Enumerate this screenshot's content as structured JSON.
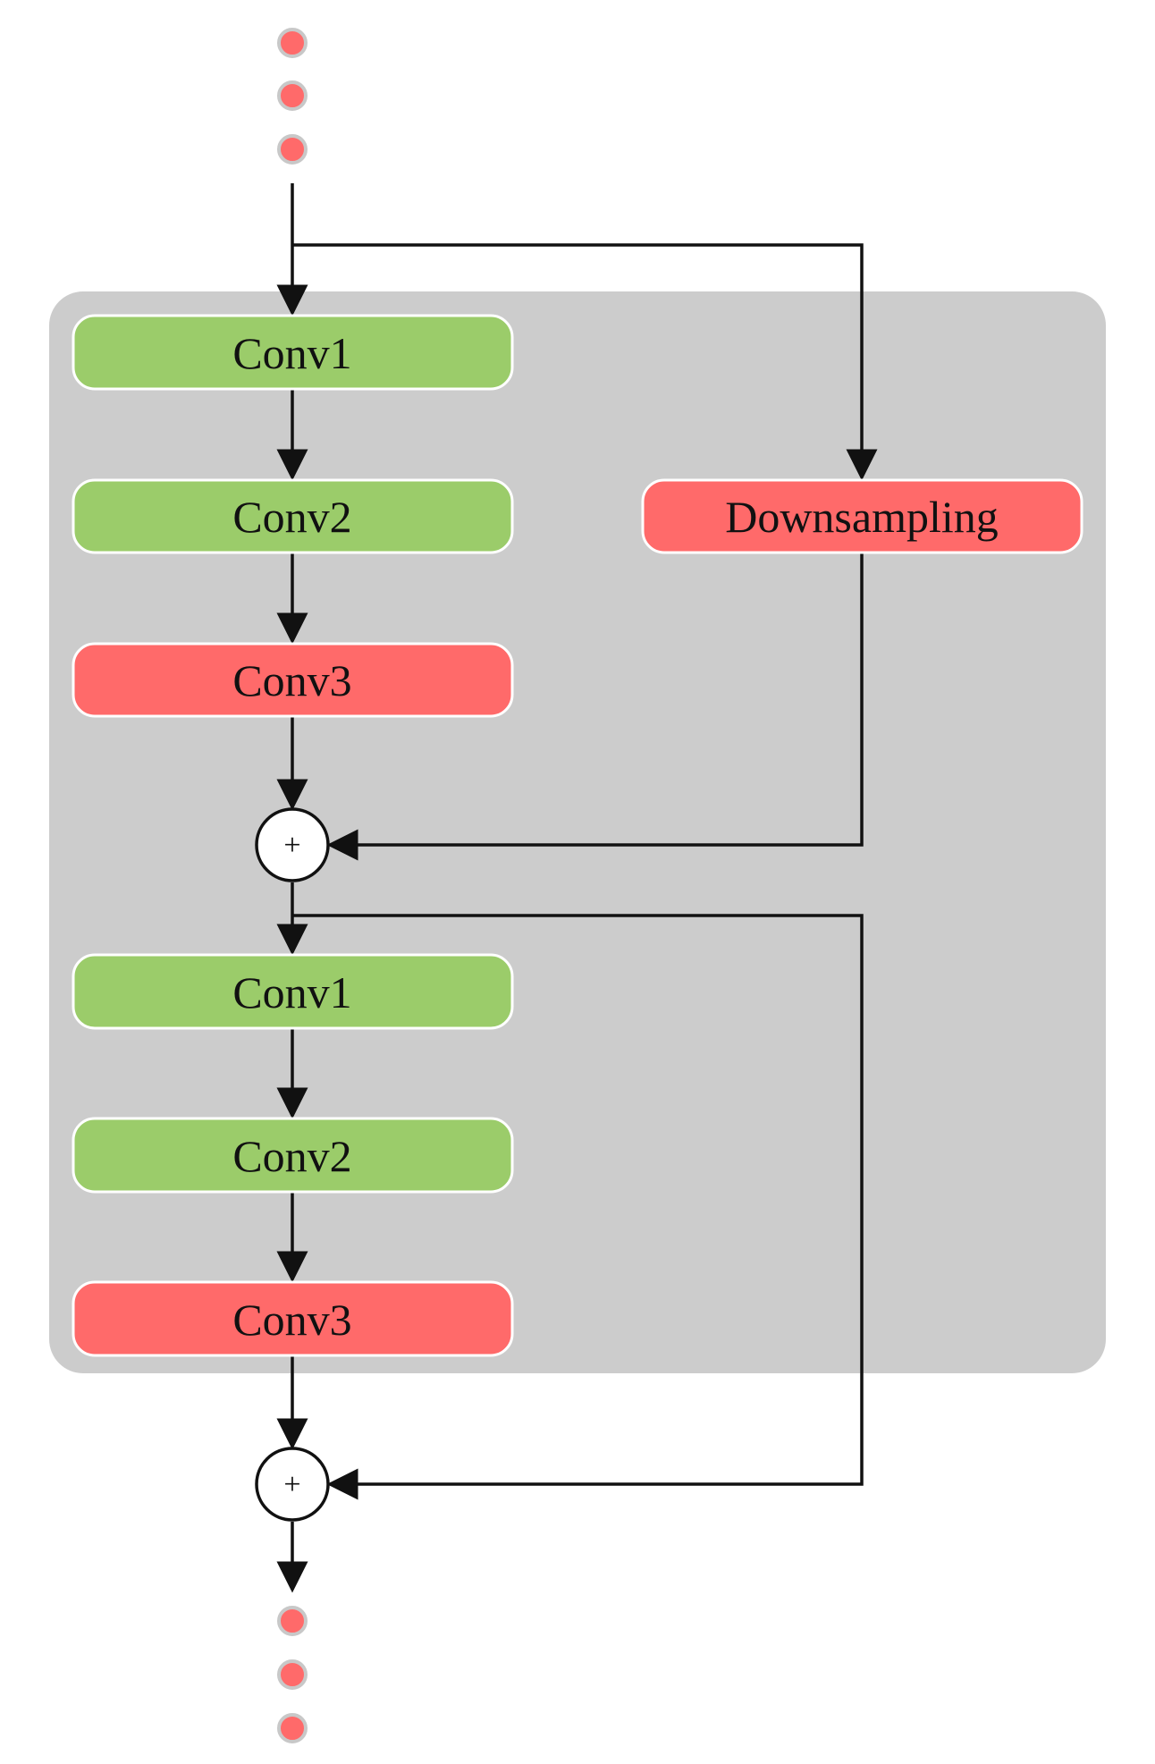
{
  "colors": {
    "background": "#ffffff",
    "panel": "#cccccc",
    "green_block": "#9bcc6a",
    "red_block": "#ff6a6a",
    "dot": "#ff6a6a",
    "dot_border": "#c8c8c8",
    "line": "#111111"
  },
  "blocks": {
    "first_conv1": "Conv1",
    "first_conv2": "Conv2",
    "first_conv3": "Conv3",
    "downsampling": "Downsampling",
    "second_conv1": "Conv1",
    "second_conv2": "Conv2",
    "second_conv3": "Conv3"
  },
  "operators": {
    "add_1": "+",
    "add_2": "+"
  },
  "icons": {
    "continuation": "ellipsis-dots",
    "add": "circle-plus"
  }
}
